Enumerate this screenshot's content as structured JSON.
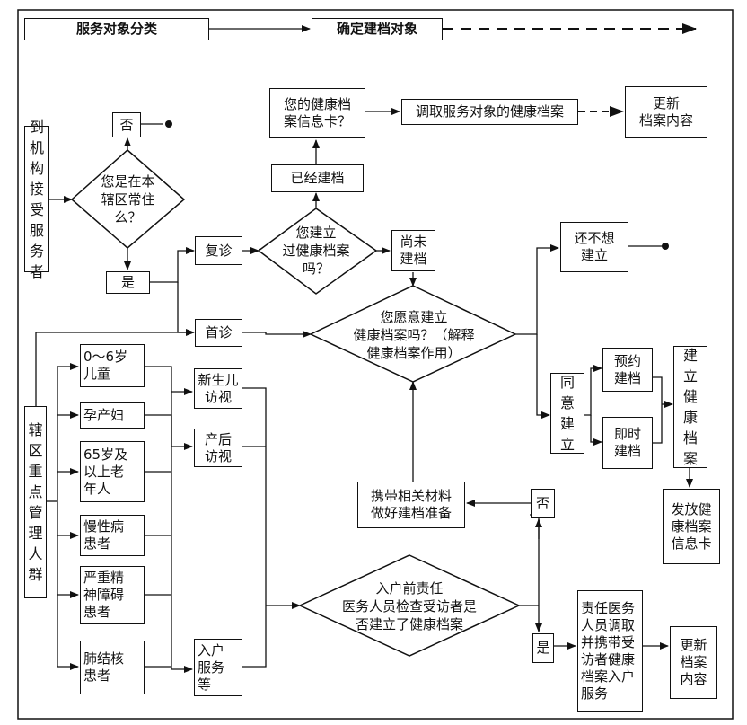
{
  "header": {
    "service_classification": "服务对象分类",
    "determine_target": "确定建档对象"
  },
  "top_flow": {
    "card_question": "您的健康档\n案信息卡？",
    "retrieve_record": "调取服务对象的健康档案",
    "update_content": "更新\n档案内容",
    "already_built": "已经建档"
  },
  "left_flow": {
    "walk_in": "到\n机\n构\n接\n受\n服\n务\n者",
    "no_label": "否",
    "resident_question": "您是在本\n辖区常住\n么？",
    "yes_label": "是",
    "follow_up_visit": "复诊",
    "first_visit": "首诊",
    "built_question": "您建立\n过健康档案\n吗？",
    "not_built": "尚未\n建档"
  },
  "willing_flow": {
    "willing_question": "您愿意建立\n健康档案吗？（解释\n健康档案作用）",
    "not_yet": "还不想\n建立",
    "agree": "同\n意\n建\n立",
    "appointment": "预约\n建档",
    "immediate": "即时\n建档",
    "build_record": "建\n立\n健\n康\n档\n案",
    "issue_card": "发放健\n康档案\n信息卡",
    "prepare_materials": "携带相关材料\n做好建档准备",
    "no_label_2": "否"
  },
  "key_groups": {
    "title": "辖\n区\n重\n点\n管\n理\n人\n群",
    "groups": [
      "0～6岁\n儿童",
      "孕产妇",
      "65岁及\n以上老\n年人",
      "慢性病\n患者",
      "严重精\n神障碍\n患者",
      "肺结核\n患者"
    ],
    "newborn_visit": "新生儿\n访视",
    "postpartum_visit": "产后\n访视",
    "home_service": "入户\n服务\n等"
  },
  "home_flow": {
    "check_question": "入户前责任\n医务人员检查受访者是\n否建立了健康档案",
    "yes_label": "是",
    "doctor_action": "责任医务\n人员调取\n并携带受\n访者健康\n档案入户\n服务",
    "update_content": "更新\n档案\n内容"
  },
  "colors": {
    "line": "#111111",
    "background": "#ffffff"
  }
}
